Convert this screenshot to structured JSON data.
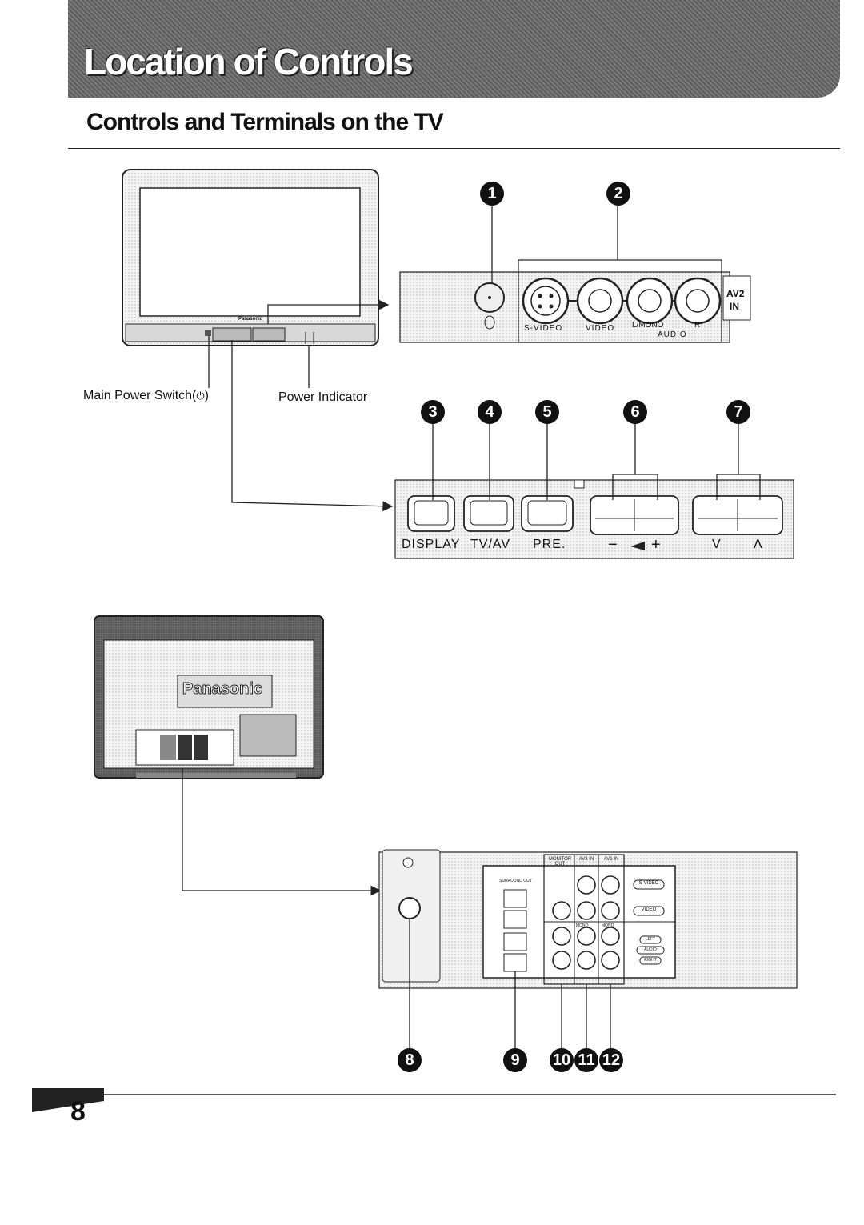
{
  "header": {
    "banner_title": "Location of Controls",
    "section_title": "Controls and Terminals on the TV"
  },
  "callouts": {
    "n1": "1",
    "n2": "2",
    "n3": "3",
    "n4": "4",
    "n5": "5",
    "n6": "6",
    "n7": "7",
    "n8": "8",
    "n9": "9",
    "n10": "10",
    "n11": "11",
    "n12": "12"
  },
  "front_labels": {
    "main_power_switch": "Main Power Switch(",
    "power_symbol": "⏻",
    "power_switch_close": ")",
    "power_indicator": "Power Indicator",
    "brand_small": "Panasonic"
  },
  "av2_panel": {
    "s_video": "S-VIDEO",
    "video": "VIDEO",
    "l_mono": "L/MONO",
    "r": "R",
    "audio": "AUDIO",
    "av2": "AV2",
    "in": "IN"
  },
  "button_panel": {
    "display": "DISPLAY",
    "tv_av": "TV/AV",
    "pre": "PRE.",
    "minus": "−",
    "plus": "+",
    "ch_down": "V",
    "ch_up": "Λ"
  },
  "rear": {
    "brand": "Panasonic",
    "monitor_out": "MONITOR OUT",
    "av3_in": "AV3 IN",
    "av1_in": "AV1 IN",
    "s_video_tag": "S-VIDEO",
    "video_tag": "VIDEO",
    "left_tag": "LEFT",
    "audio_tag": "AUDIO",
    "right_tag": "RIGHT",
    "mono1": "MONO",
    "mono2": "MONO",
    "surround_out": "SURROUND OUT"
  },
  "footer": {
    "page_number": "8"
  }
}
